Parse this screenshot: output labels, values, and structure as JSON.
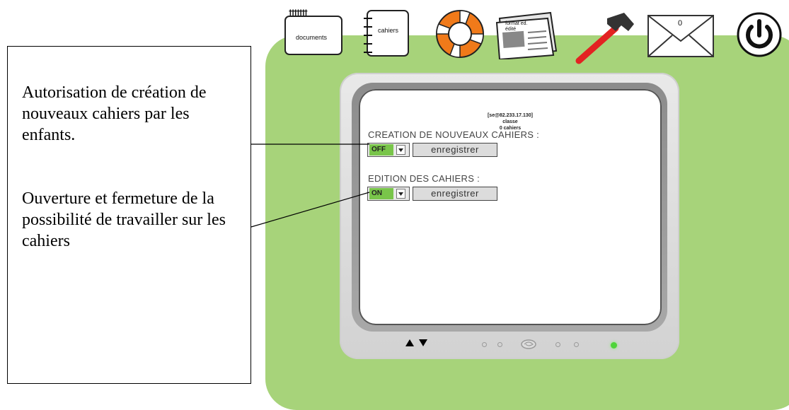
{
  "callouts": {
    "first": "Autorisation de création de nouveaux cahiers par les enfants.",
    "second": "Ouverture et fermeture de la possibilité de travailler sur les cahiers"
  },
  "toolbar": {
    "documents_label": "documents",
    "cahiers_label": "cahiers",
    "newspaper_label": "format ed. édité",
    "mail_count": "0",
    "icons": [
      "notebook-documents-icon",
      "notebook-cahiers-icon",
      "lifebuoy-icon",
      "newspaper-icon",
      "hammer-icon",
      "mail-icon",
      "power-icon"
    ]
  },
  "screen": {
    "header": {
      "line1": "[se@82.233.17.130]",
      "line2": "classe",
      "line3": "0 cahiers"
    },
    "creation": {
      "label": "CREATION DE NOUVEAUX CAHIERS :",
      "value": "OFF",
      "button": "enregistrer"
    },
    "edition": {
      "label": "EDITION DES CAHIERS :",
      "value": "ON",
      "button": "enregistrer"
    }
  },
  "colors": {
    "panel_green": "#a7d37a",
    "select_green": "#79c54a",
    "lifebuoy_orange": "#f07a1a",
    "hammer_red": "#e32222"
  }
}
